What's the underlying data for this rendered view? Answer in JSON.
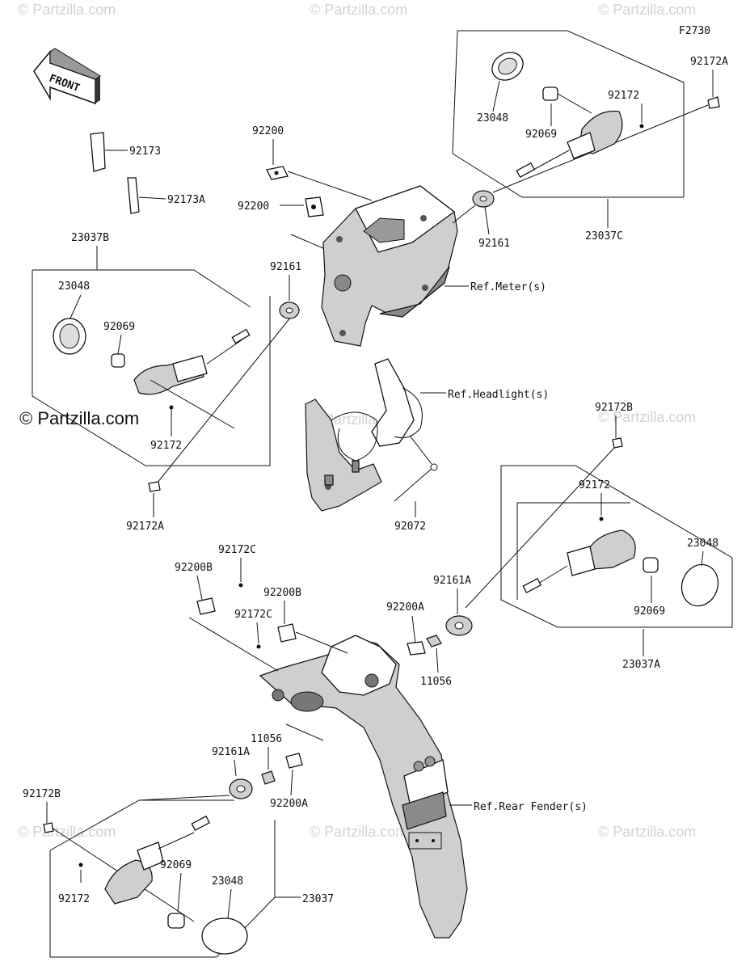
{
  "figure_code": "F2730",
  "front_arrow": {
    "label": "FRONT"
  },
  "watermarks": {
    "main": "© Partzilla.com",
    "faint": "© Partzilla.com"
  },
  "parts": {
    "p_92173": "92173",
    "p_92173A": "92173A",
    "p_23037B": "23037B",
    "p_23048_b": "23048",
    "p_92069_b": "92069",
    "p_92172_b": "92172",
    "p_92172A_b": "92172A",
    "p_92200_1": "92200",
    "p_92200_2": "92200",
    "p_92161_left": "92161",
    "p_92161_right": "92161",
    "p_23048_c": "23048",
    "p_92069_c": "92069",
    "p_92172_c": "92172",
    "p_92172A_c": "92172A",
    "p_23037C": "23037C",
    "p_92072": "92072",
    "p_92172B_a": "92172B",
    "p_92172_a": "92172",
    "p_23048_a": "23048",
    "p_92069_a": "92069",
    "p_23037A": "23037A",
    "p_92161A_r": "92161A",
    "p_92200A_r": "92200A",
    "p_11056_r": "11056",
    "p_92172C_1": "92172C",
    "p_92200B_1": "92200B",
    "p_92200B_2": "92200B",
    "p_92172C_2": "92172C",
    "p_92161A_l": "92161A",
    "p_11056_l": "11056",
    "p_92200A_l": "92200A",
    "p_92172B_l": "92172B",
    "p_92069_d": "92069",
    "p_23048_d": "23048",
    "p_92172_d": "92172",
    "p_23037": "23037"
  },
  "refs": {
    "meter": "Ref.Meter(s)",
    "headlight": "Ref.Headlight(s)",
    "rear_fender": "Ref.Rear Fender(s)"
  }
}
